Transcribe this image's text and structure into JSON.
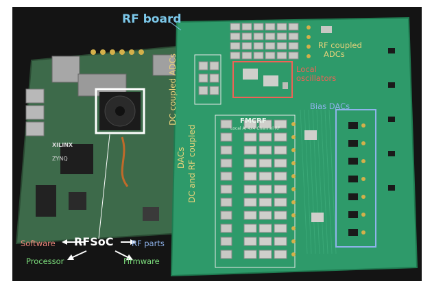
{
  "labels": {
    "rf_board": "RF board",
    "dc_coupled_adcs": "DC coupled ADCs",
    "rf_coupled_adcs_line1": "RF coupled",
    "rf_coupled_adcs_line2": "ADCs",
    "local_oscillators_line1": "Local",
    "local_oscillators_line2": "oscillators",
    "bias_dacs": "Bias DACs",
    "dacs": "DACs",
    "dc_and_rf_coupled": "DC and RF coupled",
    "software": "Software",
    "rfsoc": "RFSoC",
    "rf_parts": "RF parts",
    "processor": "Processor",
    "firmware": "Firmware"
  },
  "silkscreen": {
    "board_name": "FMCRF",
    "board_subtitle": "Local AI 4x4 Channel RF",
    "chip_brand": "XILINX",
    "chip_family": "ZYNQ"
  },
  "colors": {
    "rf_board_label": "#7cc8ea",
    "adc_dac_labels": "#e8d27a",
    "local_osc_label": "#ef6256",
    "bias_dac_label": "#8fb3ec",
    "software_label": "#f08a7e",
    "proc_firmware_labels": "#7ddf7d",
    "pcb_green": "#2e9a6a"
  }
}
